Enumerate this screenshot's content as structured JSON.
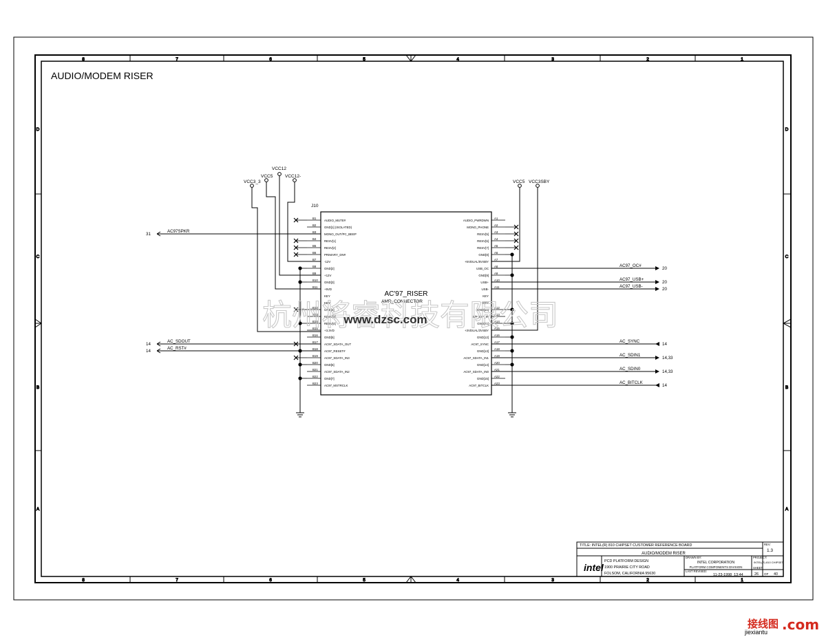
{
  "sheet": {
    "title": "AUDIO/MODEM RISER",
    "columns": [
      "8",
      "7",
      "6",
      "5",
      "4",
      "3",
      "2",
      "1"
    ],
    "rows": [
      "D",
      "C",
      "B",
      "A"
    ]
  },
  "power_rails": {
    "vcc3_3": "VCC3_3",
    "vcc5_left": "VCC5",
    "vcc12": "VCC12",
    "vcc12_neg": "VCC12-",
    "vcc5_right": "VCC5",
    "vcc3sby": "VCC3SBY"
  },
  "connector": {
    "ref": "J10",
    "name": "AC'97_RISER",
    "subtitle": "AMR_CONNECTOR",
    "left_pins": [
      {
        "num": "B1",
        "label": "AUDIO_MUTE#"
      },
      {
        "num": "B2",
        "label": "GND[1]    (ISOLATED)"
      },
      {
        "num": "B3",
        "label": "MONO_OUT/PC_BEEP"
      },
      {
        "num": "B4",
        "label": "RESV[1]"
      },
      {
        "num": "B5",
        "label": "RESV[2]"
      },
      {
        "num": "B6",
        "label": "PRIMARY_DN#"
      },
      {
        "num": "B7",
        "label": "-12V"
      },
      {
        "num": "B8",
        "label": "GND[2]"
      },
      {
        "num": "B9",
        "label": "+12V"
      },
      {
        "num": "B10",
        "label": "GND[3]"
      },
      {
        "num": "B11",
        "label": "+5VD"
      },
      {
        "num": "",
        "label": "KEY"
      },
      {
        "num": "",
        "label": "KEY"
      },
      {
        "num": "B12",
        "label": "GND[4]"
      },
      {
        "num": "B13",
        "label": "RESV[3]"
      },
      {
        "num": "B14",
        "label": "RESV[4]"
      },
      {
        "num": "B15",
        "label": "+3.3VD"
      },
      {
        "num": "B16",
        "label": "GND[5]"
      },
      {
        "num": "B17",
        "label": "AC97_SDATA_OUT"
      },
      {
        "num": "B18",
        "label": "AC97_RESET#"
      },
      {
        "num": "B19",
        "label": "AC97_SDATA_IN3"
      },
      {
        "num": "B20",
        "label": "GND[6]"
      },
      {
        "num": "B21",
        "label": "AC97_SDATA_IN2"
      },
      {
        "num": "B22",
        "label": "GND[7]"
      },
      {
        "num": "B23",
        "label": "AC97_MSTRCLK"
      }
    ],
    "right_pins": [
      {
        "num": "A1",
        "label": "AUDIO_PWRDWN"
      },
      {
        "num": "A2",
        "label": "MONO_PHONE"
      },
      {
        "num": "A3",
        "label": "RESV[5]"
      },
      {
        "num": "A4",
        "label": "RESV[6]"
      },
      {
        "num": "A5",
        "label": "RESV[7]"
      },
      {
        "num": "A6",
        "label": "GND[8]"
      },
      {
        "num": "A7",
        "label": "+5VDUAL/5VSBY"
      },
      {
        "num": "A8",
        "label": "USB_OC"
      },
      {
        "num": "A9",
        "label": "GND[9]"
      },
      {
        "num": "A10",
        "label": "USB+"
      },
      {
        "num": "A11",
        "label": "USB-"
      },
      {
        "num": "",
        "label": "KEY"
      },
      {
        "num": "",
        "label": "KEY"
      },
      {
        "num": "A12",
        "label": "GND[10]"
      },
      {
        "num": "A13",
        "label": "S/P_DIF_IN"
      },
      {
        "num": "A14",
        "label": "GND[11]"
      },
      {
        "num": "A15",
        "label": "+3VDUAL/3VSBY"
      },
      {
        "num": "A16",
        "label": "GND[12]"
      },
      {
        "num": "A17",
        "label": "AC97_SYNC"
      },
      {
        "num": "A18",
        "label": "GND[13]"
      },
      {
        "num": "A19",
        "label": "AC97_SDATA_IN1"
      },
      {
        "num": "A20",
        "label": "GND[14]"
      },
      {
        "num": "A21",
        "label": "AC97_SDATA_IN0"
      },
      {
        "num": "A22",
        "label": "GND[15]"
      },
      {
        "num": "A23",
        "label": "AC97_BITCLK"
      }
    ]
  },
  "nets_left": [
    {
      "page": "31",
      "name": "AC97SPKR"
    },
    {
      "page": "14",
      "name": "AC_SDOUT"
    },
    {
      "page": "14",
      "name": "AC_RST#"
    }
  ],
  "nets_right": [
    {
      "page": "20",
      "name": "AC97_OC#"
    },
    {
      "page": "20",
      "name": "AC97_USB+"
    },
    {
      "page": "20",
      "name": "AC97_USB-"
    },
    {
      "page": "14",
      "name": "AC_SYNC"
    },
    {
      "page": "14,33",
      "name": "AC_SDIN1"
    },
    {
      "page": "14,33",
      "name": "AC_SDIN0"
    },
    {
      "page": "14",
      "name": "AC_BITCLK"
    }
  ],
  "title_block": {
    "title": "TITLE: INTEL(R) 810 CHIPSET CUSTOMER REFERENCE BOARD",
    "subtitle": "AUDIO/MODEM RISER",
    "rev_label": "REV:",
    "rev": "1.3",
    "logo": "intel",
    "org_line1": "PCD PLATFORM DESIGN",
    "org_line2": "1900 PRAIRIE CITY ROAD",
    "org_line3": "FOLSOM, CALIFORNIA 95630",
    "drawn_by_label": "DRAWN BY:",
    "drawn_by": "INTEL CORPORATION",
    "division": "PLATFORM COMPONENTS DIVISION",
    "last_revised_label": "LAST REVISED:",
    "last_revised": "11-23-1998_13:44",
    "project_label": "PROJECT:",
    "project": "INTEL(R) 810 CHIPSET",
    "sheet_label": "SHEET:",
    "sheet_num": "26",
    "sheet_of": "OF",
    "sheet_total": "40"
  },
  "watermark": {
    "text": "杭州将睿科技有限公司",
    "url": "www.dzsc.com"
  },
  "corner_logo": {
    "cn": "接线图",
    "en": "jiexiantu",
    "tld": ".com"
  },
  "colors": {
    "ink": "#000000",
    "watermark": "#c8c8c8",
    "watermark_url": "#a9bcd8",
    "logo_red": "#d42a1e"
  }
}
